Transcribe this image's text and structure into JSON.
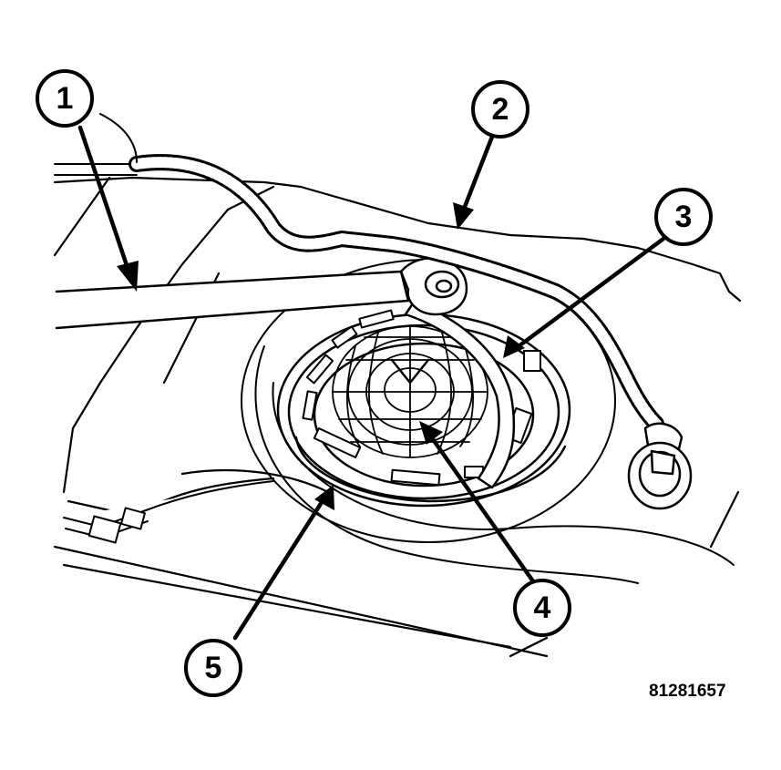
{
  "callouts": [
    {
      "id": "1",
      "label": "1"
    },
    {
      "id": "2",
      "label": "2"
    },
    {
      "id": "3",
      "label": "3"
    },
    {
      "id": "4",
      "label": "4"
    },
    {
      "id": "5",
      "label": "5"
    }
  ],
  "figure_code": "81281657",
  "colors": {
    "ink": "#000000",
    "paper": "#ffffff"
  }
}
